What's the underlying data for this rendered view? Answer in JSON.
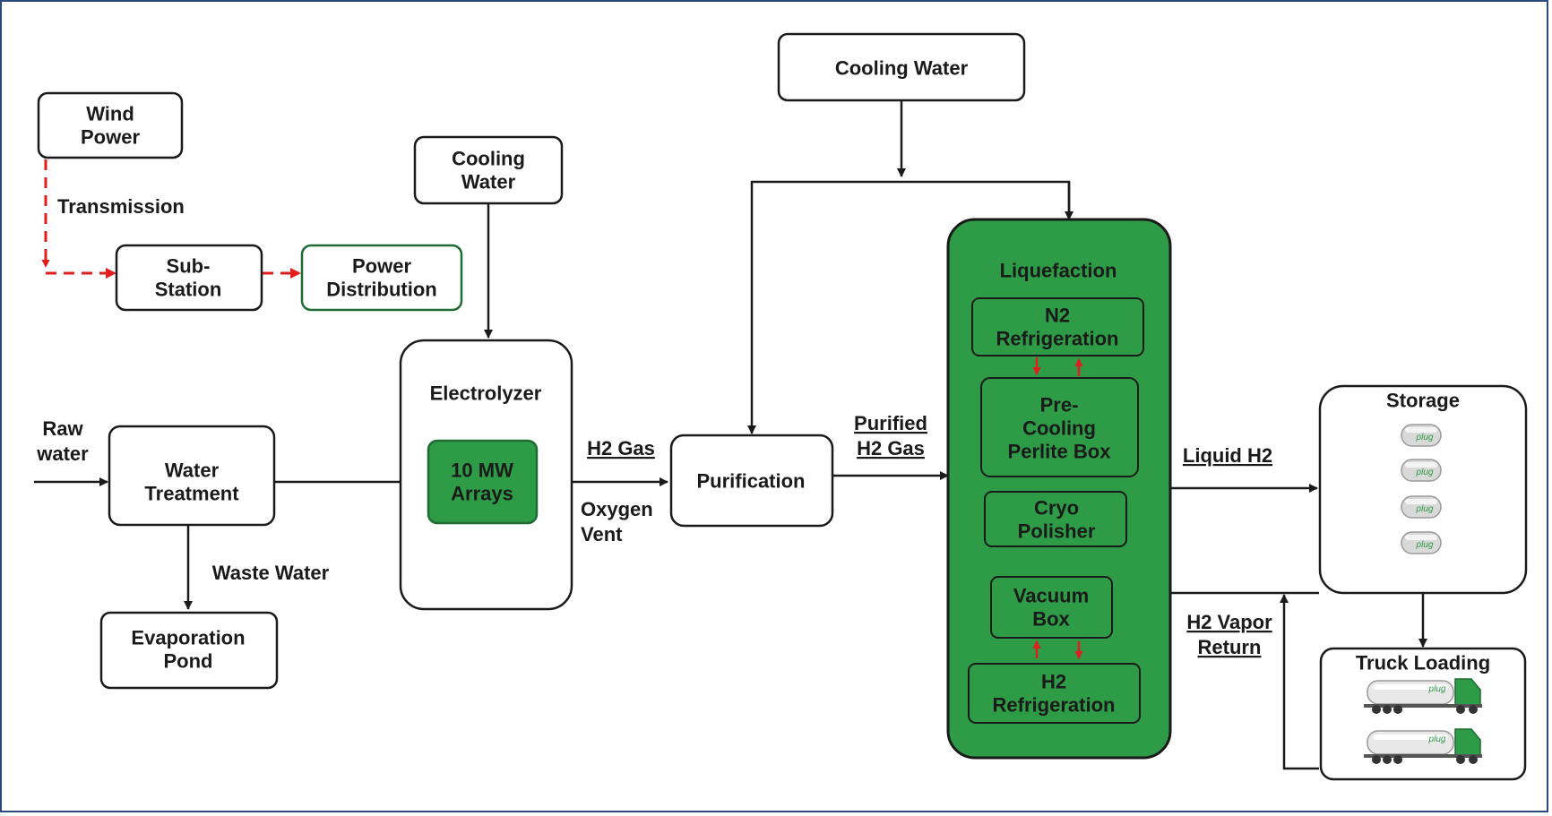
{
  "nodes": {
    "wind_power": [
      "Wind",
      "Power"
    ],
    "substation": [
      "Sub-",
      "Station"
    ],
    "power_distribution": [
      "Power",
      "Distribution"
    ],
    "cooling_water_left": [
      "Cooling",
      "Water"
    ],
    "cooling_water_top": [
      "Cooling Water"
    ],
    "water_treatment": [
      "Water",
      "Treatment"
    ],
    "evaporation_pond": [
      "Evaporation",
      "Pond"
    ],
    "electrolyzer": [
      "Electrolyzer"
    ],
    "arrays": [
      "10 MW",
      "Arrays"
    ],
    "purification": [
      "Purification"
    ],
    "liquefaction": [
      "Liquefaction"
    ],
    "n2_refrigeration": [
      "N2",
      "Refrigeration"
    ],
    "pre_cooling": [
      "Pre-",
      "Cooling",
      "Perlite Box"
    ],
    "cryo_polisher": [
      "Cryo",
      "Polisher"
    ],
    "vacuum_box": [
      "Vacuum",
      "Box"
    ],
    "h2_refrigeration": [
      "H2",
      "Refrigeration"
    ],
    "storage": [
      "Storage"
    ],
    "truck_loading": [
      "Truck Loading"
    ]
  },
  "labels": {
    "transmission": [
      "Transmission"
    ],
    "raw_water": [
      "Raw",
      "water"
    ],
    "waste_water": [
      "Waste Water"
    ],
    "h2_gas": [
      "H2 Gas"
    ],
    "oxygen_vent": [
      "Oxygen",
      "Vent"
    ],
    "purified_h2_gas": [
      "Purified",
      "H2 Gas"
    ],
    "liquid_h2": [
      "Liquid H2"
    ],
    "h2_vapor_return": [
      "H2 Vapor",
      "Return"
    ]
  },
  "icons": {
    "tank_logo": "plug",
    "truck": "tanker-truck"
  },
  "colors": {
    "green": "#2e9b47",
    "dark_green": "#1f6b33",
    "black": "#1a1a1a",
    "red": "#e01e1e",
    "frame": "#2b4a7e"
  }
}
